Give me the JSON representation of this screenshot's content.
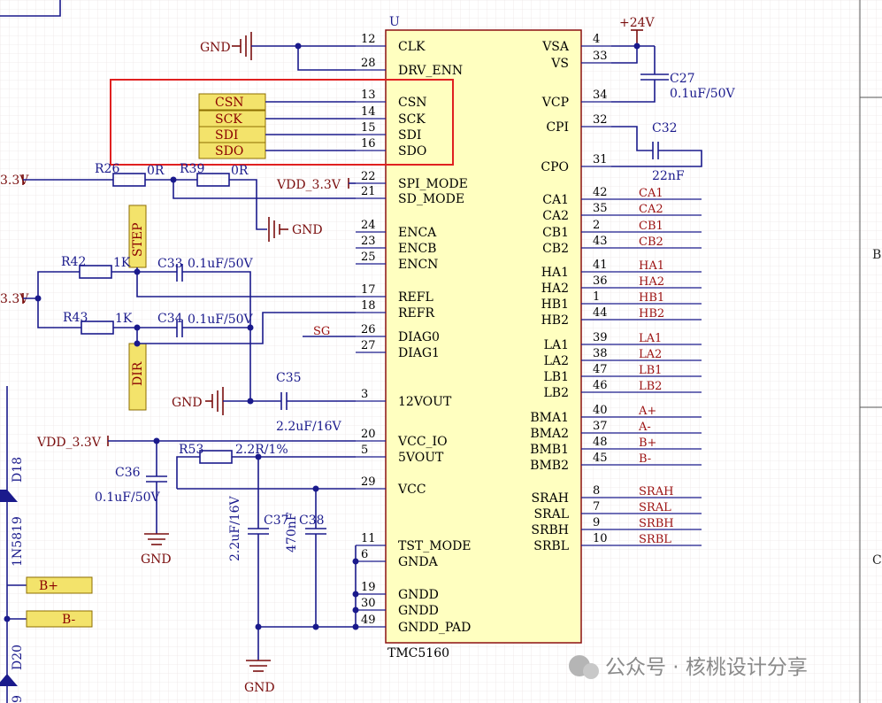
{
  "chip": {
    "designator": "U",
    "part": "TMC5160",
    "left_pins": [
      {
        "num": "12",
        "name": "CLK"
      },
      {
        "num": "28",
        "name": "DRV_ENN"
      },
      {
        "num": "13",
        "name": "CSN"
      },
      {
        "num": "14",
        "name": "SCK"
      },
      {
        "num": "15",
        "name": "SDI"
      },
      {
        "num": "16",
        "name": "SDO"
      },
      {
        "num": "22",
        "name": "SPI_MODE"
      },
      {
        "num": "21",
        "name": "SD_MODE"
      },
      {
        "num": "24",
        "name": "ENCA"
      },
      {
        "num": "23",
        "name": "ENCB"
      },
      {
        "num": "25",
        "name": "ENCN"
      },
      {
        "num": "17",
        "name": "REFL"
      },
      {
        "num": "18",
        "name": "REFR"
      },
      {
        "num": "26",
        "name": "DIAG0"
      },
      {
        "num": "27",
        "name": "DIAG1"
      },
      {
        "num": "3",
        "name": "12VOUT"
      },
      {
        "num": "20",
        "name": "VCC_IO"
      },
      {
        "num": "5",
        "name": "5VOUT"
      },
      {
        "num": "29",
        "name": "VCC"
      },
      {
        "num": "11",
        "name": "TST_MODE"
      },
      {
        "num": "6",
        "name": "GNDA"
      },
      {
        "num": "19",
        "name": "GNDD"
      },
      {
        "num": "30",
        "name": "GNDD"
      },
      {
        "num": "49",
        "name": "GNDD_PAD"
      }
    ],
    "right_pins": [
      {
        "num": "4",
        "name": "VSA",
        "net": ""
      },
      {
        "num": "33",
        "name": "VS",
        "net": ""
      },
      {
        "num": "34",
        "name": "VCP",
        "net": ""
      },
      {
        "num": "32",
        "name": "CPI",
        "net": ""
      },
      {
        "num": "31",
        "name": "CPO",
        "net": ""
      },
      {
        "num": "42",
        "name": "CA1",
        "net": "CA1"
      },
      {
        "num": "35",
        "name": "CA2",
        "net": "CA2"
      },
      {
        "num": "2",
        "name": "CB1",
        "net": "CB1"
      },
      {
        "num": "43",
        "name": "CB2",
        "net": "CB2"
      },
      {
        "num": "41",
        "name": "HA1",
        "net": "HA1"
      },
      {
        "num": "36",
        "name": "HA2",
        "net": "HA2"
      },
      {
        "num": "1",
        "name": "HB1",
        "net": "HB1"
      },
      {
        "num": "44",
        "name": "HB2",
        "net": "HB2"
      },
      {
        "num": "39",
        "name": "LA1",
        "net": "LA1"
      },
      {
        "num": "38",
        "name": "LA2",
        "net": "LA2"
      },
      {
        "num": "47",
        "name": "LB1",
        "net": "LB1"
      },
      {
        "num": "46",
        "name": "LB2",
        "net": "LB2"
      },
      {
        "num": "40",
        "name": "BMA1",
        "net": "A+"
      },
      {
        "num": "37",
        "name": "BMA2",
        "net": "A-"
      },
      {
        "num": "48",
        "name": "BMB1",
        "net": "B+"
      },
      {
        "num": "45",
        "name": "BMB2",
        "net": "B-"
      },
      {
        "num": "8",
        "name": "SRAH",
        "net": "SRAH"
      },
      {
        "num": "7",
        "name": "SRAL",
        "net": "SRAL"
      },
      {
        "num": "9",
        "name": "SRBH",
        "net": "SRBH"
      },
      {
        "num": "10",
        "name": "SRBL",
        "net": "SRBL"
      }
    ]
  },
  "ports": {
    "spi": [
      "CSN",
      "SCK",
      "SDI",
      "SDO"
    ],
    "step": "STEP",
    "dir": "DIR",
    "bplus": "B+",
    "bminus": "B-"
  },
  "power": {
    "gnd": "GND",
    "v24": "+24V",
    "vdd": "VDD_3.3V",
    "v33_cut": "3.3V",
    "v33_cut2": "3.3V",
    "sg": "SG"
  },
  "components": {
    "c27": {
      "ref": "C27",
      "value": "0.1uF/50V"
    },
    "c32": {
      "ref": "C32",
      "value": "22nF"
    },
    "r26": {
      "ref": "R26",
      "value": "0R"
    },
    "r39": {
      "ref": "R39",
      "value": "0R"
    },
    "r42": {
      "ref": "R42",
      "value": "1K"
    },
    "r43": {
      "ref": "R43",
      "value": "1K"
    },
    "c33": {
      "ref": "C33",
      "value": "0.1uF/50V"
    },
    "c34": {
      "ref": "C34",
      "value": "0.1uF/50V"
    },
    "c35": {
      "ref": "C35",
      "value": "2.2uF/16V"
    },
    "c36": {
      "ref": "C36",
      "value": "0.1uF/50V"
    },
    "r53": {
      "ref": "R53",
      "value": "2.2R/1%"
    },
    "c37": {
      "ref": "C37",
      "value": "2.2uF/16V"
    },
    "c38": {
      "ref": "C38",
      "value": "470nF"
    },
    "d18": {
      "ref": "D18",
      "value": "1N5819"
    },
    "d20": {
      "ref": "D20",
      "value": "9"
    }
  },
  "border": {
    "zone_b": "B",
    "zone_c": "C"
  },
  "watermark": "公众号 · 核桃设计分享"
}
